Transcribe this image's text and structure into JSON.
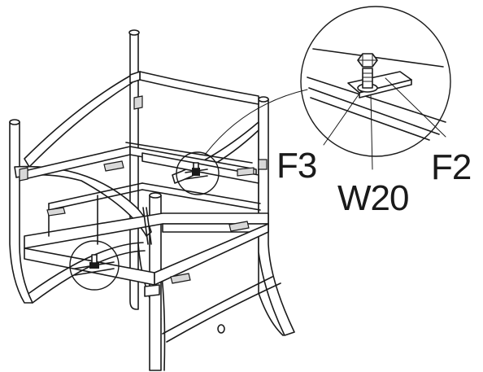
{
  "labels": {
    "f3": "F3",
    "w20": "W20",
    "f2": "F2"
  }
}
